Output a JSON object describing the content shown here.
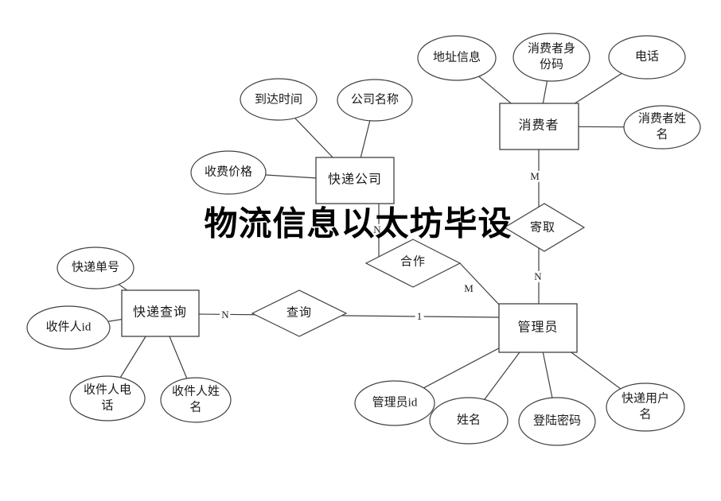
{
  "title": {
    "text": "物流信息以太坊毕设"
  },
  "colors": {
    "background": "#ffffff",
    "stroke": "#404040",
    "node_fill": "#ffffff",
    "text": "#1a1a1a",
    "title_text": "#000000"
  },
  "diagram": {
    "entities": [
      {
        "id": "express-company",
        "label": "快递公司"
      },
      {
        "id": "consumer",
        "label": "消费者"
      },
      {
        "id": "express-query",
        "label": "快递查询"
      },
      {
        "id": "admin",
        "label": "管理员"
      }
    ],
    "relationships": [
      {
        "id": "cooperate",
        "label": "合作",
        "connects": [
          "快递公司",
          "管理员"
        ]
      },
      {
        "id": "send-pick",
        "label": "寄取",
        "connects": [
          "消费者",
          "管理员"
        ]
      },
      {
        "id": "query",
        "label": "查询",
        "connects": [
          "快递查询",
          "管理员"
        ]
      }
    ],
    "attributes": [
      {
        "id": "arrival-time",
        "label": "到达时间",
        "entity": "快递公司"
      },
      {
        "id": "company-name",
        "label": "公司名称",
        "entity": "快递公司"
      },
      {
        "id": "charge-price",
        "label": "收费价格",
        "entity": "快递公司"
      },
      {
        "id": "address-info",
        "label": "地址信息",
        "entity": "消费者"
      },
      {
        "id": "consumer-id-code",
        "label": "消费者身份码",
        "entity": "消费者"
      },
      {
        "id": "phone",
        "label": "电话",
        "entity": "消费者"
      },
      {
        "id": "consumer-name",
        "label": "消费者姓名",
        "entity": "消费者"
      },
      {
        "id": "tracking-number",
        "label": "快递单号",
        "entity": "快递查询"
      },
      {
        "id": "recipient-id",
        "label": "收件人id",
        "entity": "快递查询"
      },
      {
        "id": "recipient-phone",
        "label": "收件人电话",
        "entity": "快递查询"
      },
      {
        "id": "recipient-name",
        "label": "收件人姓名",
        "entity": "快递查询"
      },
      {
        "id": "admin-id",
        "label": "管理员id",
        "entity": "管理员"
      },
      {
        "id": "name",
        "label": "姓名",
        "entity": "管理员"
      },
      {
        "id": "login-password",
        "label": "登陆密码",
        "entity": "管理员"
      },
      {
        "id": "express-username",
        "label": "快递用户名",
        "entity": "管理员"
      }
    ],
    "cardinalities": [
      {
        "label": "M",
        "edge": "消费者-寄取"
      },
      {
        "label": "N",
        "edge": "寄取-管理员"
      },
      {
        "label": "N",
        "edge": "快递公司-合作"
      },
      {
        "label": "M",
        "edge": "合作-管理员"
      },
      {
        "label": "N",
        "edge": "快递查询-查询"
      },
      {
        "label": "1",
        "edge": "查询-管理员"
      }
    ]
  }
}
